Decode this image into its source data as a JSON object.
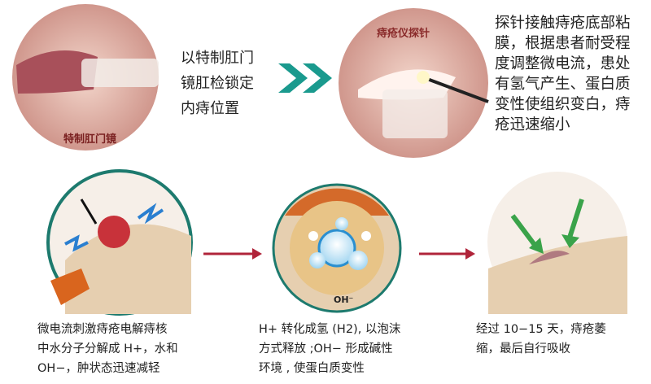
{
  "step1": {
    "label": "特制肛门镜",
    "text": "以特制肛门\n镜肛检锁定\n内痔位置"
  },
  "step2": {
    "label": "痔疮仪探针",
    "text": "探针接触痔疮底部粘\n膜，根据患者耐受程\n度调整微电流，患处\n有氢气产生、蛋白质\n变性使组织变白，痔\n疮迅速缩小"
  },
  "step3": {
    "text": "微电流刺激痔疮电解痔核\n中水分子分解成 H+，水和\nOH−，肿状态迅速减轻"
  },
  "step4": {
    "label": "OH⁻",
    "text": "H+ 转化成氢 (H2), 以泡沫\n方式释放 ;OH− 形成碱性\n环境 , 使蛋白质变性"
  },
  "step5": {
    "text": "经过 10−15 天，痔疮萎\n缩，最后自行吸收"
  },
  "colors": {
    "teal": "#1a9a8e",
    "arrow_red": "#b0243a",
    "tissue": "#e2b8a8",
    "skin": "#e6cfb0"
  }
}
